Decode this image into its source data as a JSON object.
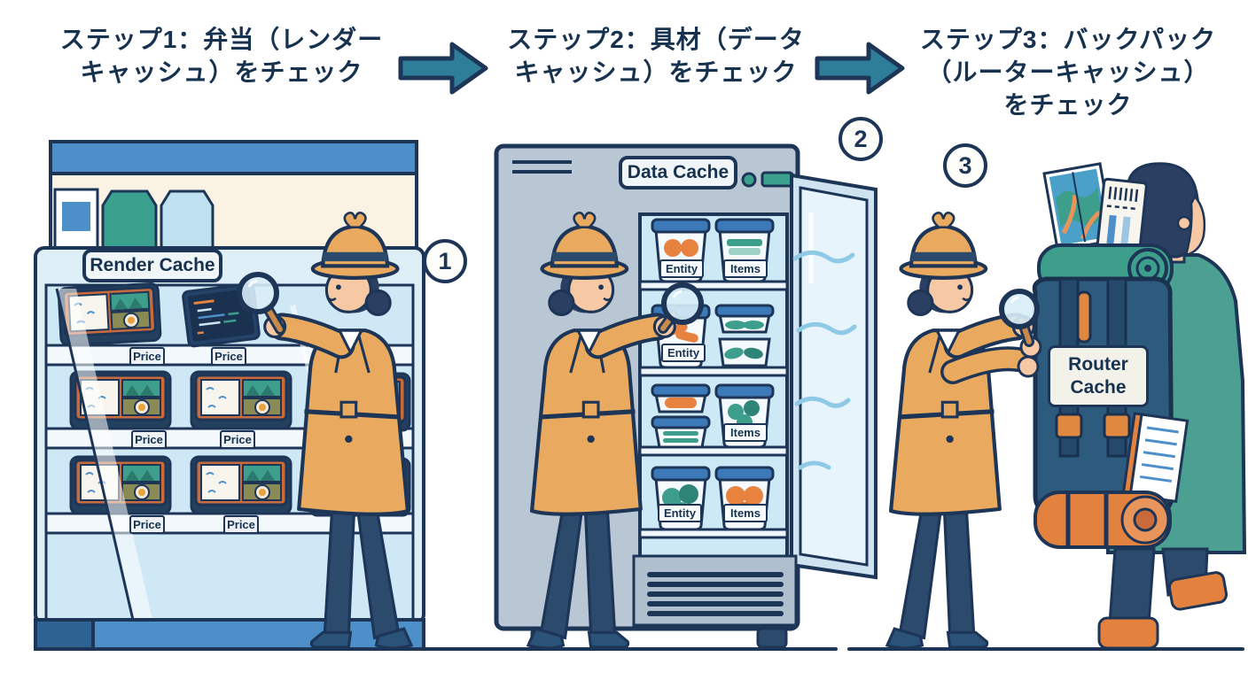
{
  "palette": {
    "ink": "#1d3557",
    "title_navy": "#17324f",
    "arrow_teal": "#2f7e99",
    "coat_tan": "#e9a95f",
    "skin": "#f6c9a4",
    "navy_cloth": "#2c4a6b",
    "teal_food": "#3d9e8c",
    "orange_food": "#e8823f",
    "fridge_gray": "#b9c6d3",
    "glass_blue": "#cfe6f2",
    "case_blue": "#4d8fc9",
    "backpack_navy": "#2d5b7d",
    "jacket_teal": "#4ba091"
  },
  "steps": [
    {
      "badge": "1",
      "title_lines": [
        "ステップ1：弁当（レンダー",
        "キャッシュ）をチェック"
      ]
    },
    {
      "badge": "2",
      "title_lines": [
        "ステップ2：具材（データ",
        "キャッシュ）をチェック"
      ]
    },
    {
      "badge": "3",
      "title_lines": [
        "ステップ3：バックパック",
        "（ルーターキャッシュ）",
        "をチェック"
      ]
    }
  ],
  "scene1": {
    "sign": "Render Cache",
    "price_tags": [
      "Price",
      "Price",
      "Price",
      "Price",
      "Price",
      "Price"
    ]
  },
  "scene2": {
    "sign": "Data Cache",
    "container_labels": [
      "Entity",
      "Items",
      "Entity",
      "Items",
      "Entity",
      "Items"
    ]
  },
  "scene3": {
    "label_lines": [
      "Router",
      "Cache"
    ]
  }
}
